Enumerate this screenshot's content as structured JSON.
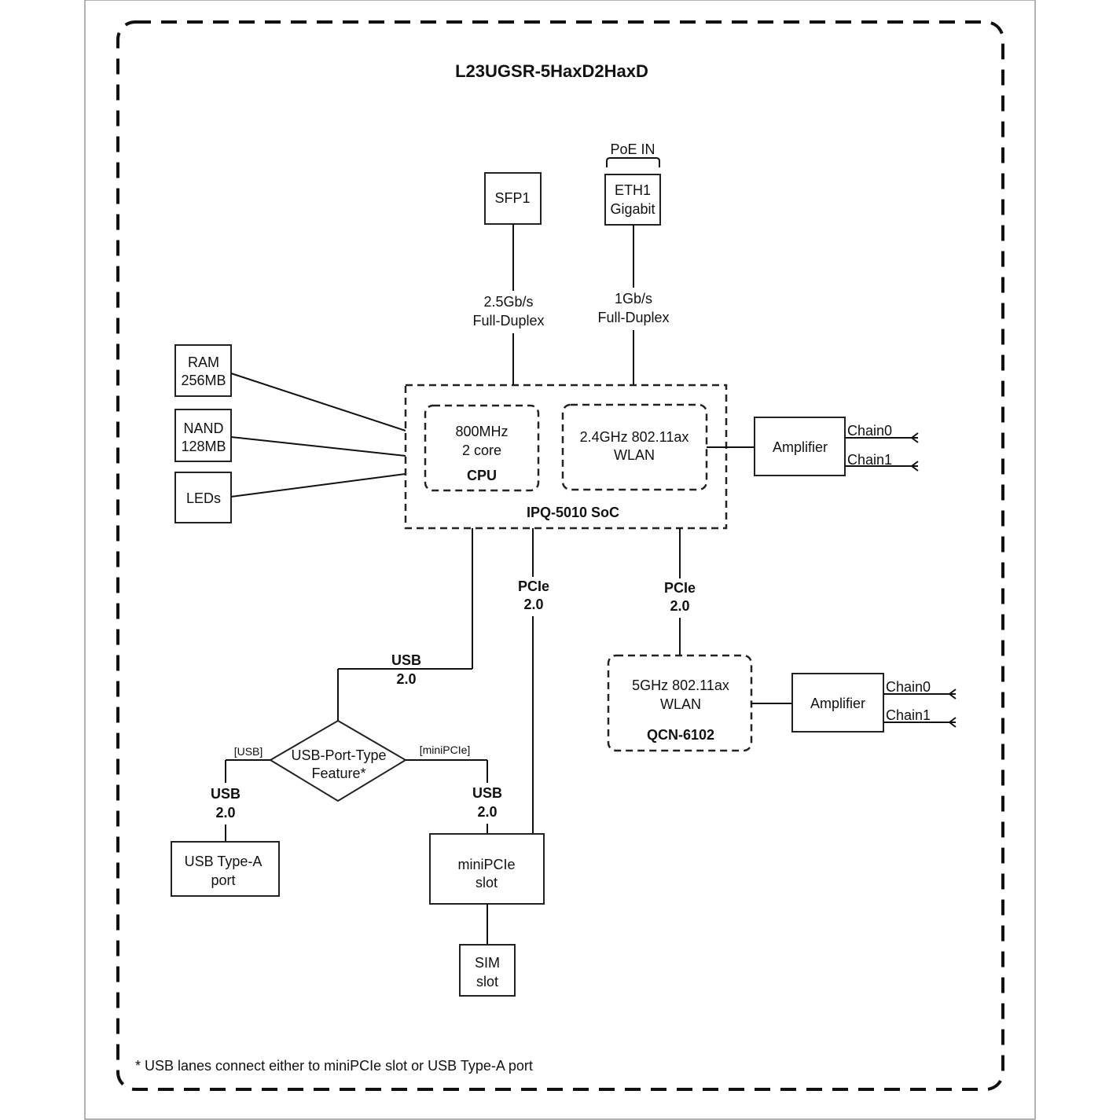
{
  "title": "L23UGSR-5HaxD2HaxD",
  "footnote": "* USB lanes connect either to miniPCIe slot or USB Type-A port",
  "ports": {
    "sfp": "SFP1",
    "sfp_speed": "2.5Gb/s",
    "sfp_duplex": "Full-Duplex",
    "poe_label": "PoE IN",
    "eth_line1": "ETH1",
    "eth_line2": "Gigabit",
    "eth_speed": "1Gb/s",
    "eth_duplex": "Full-Duplex"
  },
  "peripherals": {
    "ram_line1": "RAM",
    "ram_line2": "256MB",
    "nand_line1": "NAND",
    "nand_line2": "128MB",
    "leds": "LEDs"
  },
  "soc": {
    "name": "IPQ-5010 SoC",
    "cpu_freq": "800MHz",
    "cpu_cores": "2 core",
    "cpu_label": "CPU",
    "wlan24_line1": "2.4GHz 802.11ax",
    "wlan24_line2": "WLAN"
  },
  "amplifier_24": {
    "label": "Amplifier",
    "chain0": "Chain0",
    "chain1": "Chain1"
  },
  "amplifier_5": {
    "label": "Amplifier",
    "chain0": "Chain0",
    "chain1": "Chain1"
  },
  "wlan5": {
    "line1": "5GHz 802.11ax",
    "line2": "WLAN",
    "chip": "QCN-6102"
  },
  "buses": {
    "pcie_mini_line1": "PCIe",
    "pcie_mini_line2": "2.0",
    "pcie_wlan5_line1": "PCIe",
    "pcie_wlan5_line2": "2.0",
    "usb_main_line1": "USB",
    "usb_main_line2": "2.0",
    "usb_typea_line1": "USB",
    "usb_typea_line2": "2.0",
    "usb_mini_line1": "USB",
    "usb_mini_line2": "2.0"
  },
  "usb_switch": {
    "line1": "USB-Port-Type",
    "line2": "Feature*",
    "left_tag": "[USB]",
    "right_tag": "[miniPCIe]"
  },
  "usb_typea": {
    "line1": "USB Type-A",
    "line2": "port"
  },
  "minipcie": {
    "line1": "miniPCIe",
    "line2": "slot"
  },
  "sim": {
    "line1": "SIM",
    "line2": "slot"
  }
}
